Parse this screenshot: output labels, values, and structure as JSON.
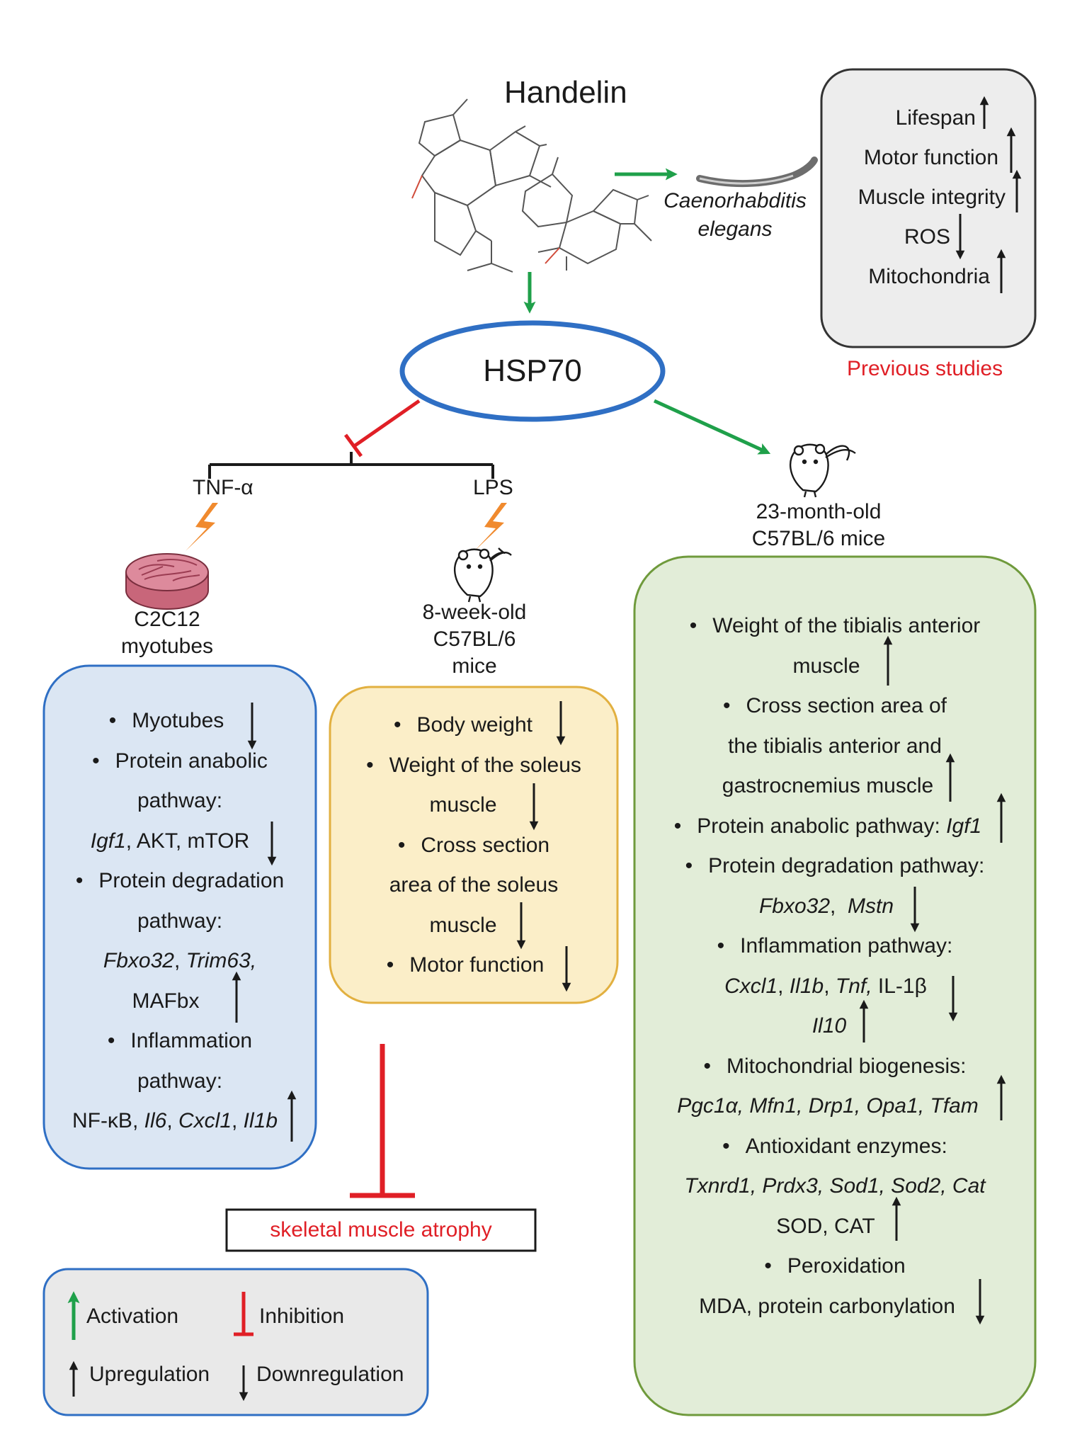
{
  "title": "Handelin",
  "hsp70": "HSP70",
  "celegans": {
    "line1": "Caenorhabditis",
    "line2": "elegans"
  },
  "previous": {
    "items": [
      {
        "text": "Lifespan",
        "dir": "up"
      },
      {
        "text": "Motor function",
        "dir": "up"
      },
      {
        "text": "Muscle integrity",
        "dir": "up"
      },
      {
        "text": "ROS",
        "dir": "down"
      },
      {
        "text": "Mitochondria",
        "dir": "up"
      }
    ],
    "caption": "Previous studies"
  },
  "branch": {
    "tnf": "TNF-α",
    "lps": "LPS"
  },
  "c2c12": {
    "line1": "C2C12",
    "line2": "myotubes"
  },
  "young_mice": {
    "line1": "8-week-old",
    "line2": "C57BL/6",
    "line3": "mice"
  },
  "old_mice": {
    "line1": "23-month-old",
    "line2": "C57BL/6 mice"
  },
  "blue_box": {
    "myotubes": "Myotubes",
    "anabolic": "Protein anabolic",
    "pathway": "pathway:",
    "igf1": "Igf1",
    "akt_mtor": ", AKT, mTOR",
    "degradation": "Protein degradation",
    "fbxo32": "Fbxo32",
    "comma": ", ",
    "trim63": "Trim63,",
    "mafbx": "MAFbx",
    "inflammation": "Inflammation",
    "nfkb": "NF-κB, ",
    "il6": "Il6",
    "cxcl1": "Cxcl1",
    "il1b": "Il1b"
  },
  "yellow_box": {
    "body_weight": "Body weight",
    "weight_soleus": "Weight of the soleus",
    "muscle": "muscle",
    "cross_section": "Cross section",
    "area_soleus": "area of the soleus",
    "motor": "Motor function"
  },
  "green_box": {
    "weight_ta": "Weight of the tibialis anterior",
    "muscle": "muscle",
    "cross_section": "Cross section area of",
    "ta_and": "the tibialis anterior and",
    "gastro": "gastrocnemius muscle",
    "anabolic": "Protein anabolic pathway: ",
    "igf1": "Igf1",
    "degradation": "Protein degradation pathway:",
    "fbxo32": "Fbxo32",
    "sep": ",  ",
    "mstn": "Mstn",
    "inflammation": "Inflammation pathway:",
    "cxcl1": "Cxcl1",
    "comma": ", ",
    "il1b": "Il1b",
    "tnf": "Tnf,",
    "il1beta": " IL-1β",
    "il10": "Il10",
    "mito": "Mitochondrial biogenesis:",
    "mito_genes": "Pgc1α, Mfn1, Drp1, Opa1, Tfam",
    "antiox": "Antioxidant enzymes:",
    "antiox_genes": "Txnrd1, Prdx3, Sod1, Sod2, Cat",
    "sod_cat": "SOD, CAT",
    "perox": "Peroxidation",
    "mda": "MDA, protein carbonylation"
  },
  "outcome": "skeletal muscle atrophy",
  "legend": {
    "activation": "Activation",
    "inhibition": "Inhibition",
    "upregulation": "Upregulation",
    "downregulation": "Downregulation"
  },
  "colors": {
    "green": "#1fa04a",
    "red": "#e01f26",
    "blue_outline": "#2f6fc4",
    "blue_fill": "#dbe6f3",
    "yellow_fill": "#fbeec8",
    "yellow_outline": "#e2b040",
    "green_fill": "#e2edd8",
    "green_outline": "#6f9a3c",
    "grey_fill": "#ededed",
    "orange": "#f08a2e"
  }
}
